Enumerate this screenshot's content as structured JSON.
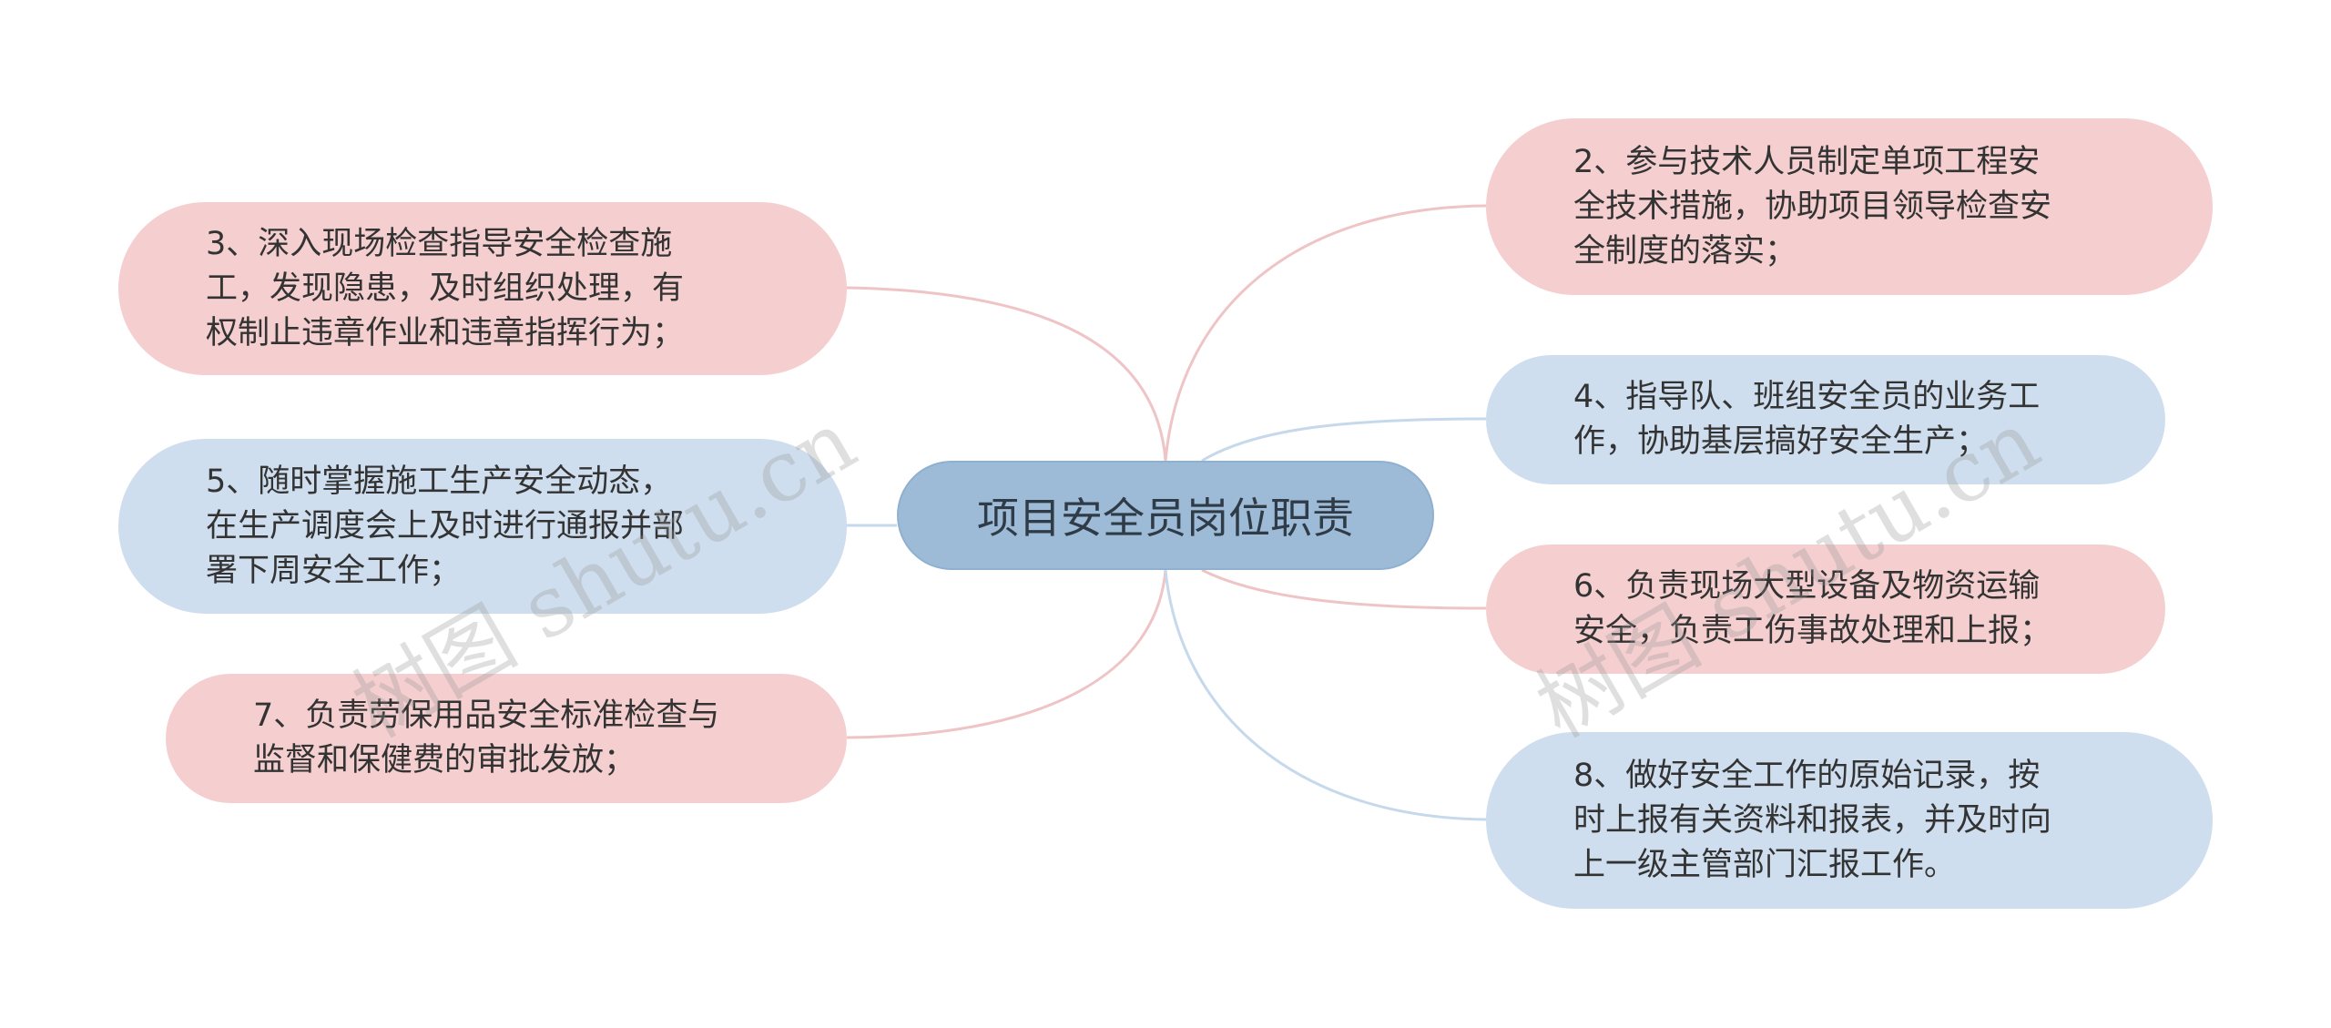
{
  "center": {
    "label": "项目安全员岗位职责"
  },
  "nodes": [
    {
      "label": "3、深入现场检查指导安全检查施\n工，发现隐患，及时组织处理，有\n权制止违章作业和违章指挥行为；"
    },
    {
      "label": "5、随时掌握施工生产安全动态，\n在生产调度会上及时进行通报并部\n署下周安全工作；"
    },
    {
      "label": "7、负责劳保用品安全标准检查与\n监督和保健费的审批发放；"
    },
    {
      "label": "2、参与技术人员制定单项工程安\n全技术措施，协助项目领导检查安\n全制度的落实；"
    },
    {
      "label": "4、指导队、班组安全员的业务工\n作，协助基层搞好安全生产；"
    },
    {
      "label": "6、负责现场大型设备及物资运输\n安全，负责工伤事故处理和上报；"
    },
    {
      "label": "8、做好安全工作的原始记录，按\n时上报有关资料和报表，并及时向\n上一级主管部门汇报工作。"
    }
  ],
  "colors": {
    "pink_node": "#f5cfd0",
    "blue_node": "#cfdeee",
    "center_node": "#9dbbd6",
    "pink_link": "#efc4c6",
    "blue_link": "#c6d9ec"
  },
  "watermarks": [
    "树图 shutu.cn",
    "树图 shutu.cn"
  ]
}
